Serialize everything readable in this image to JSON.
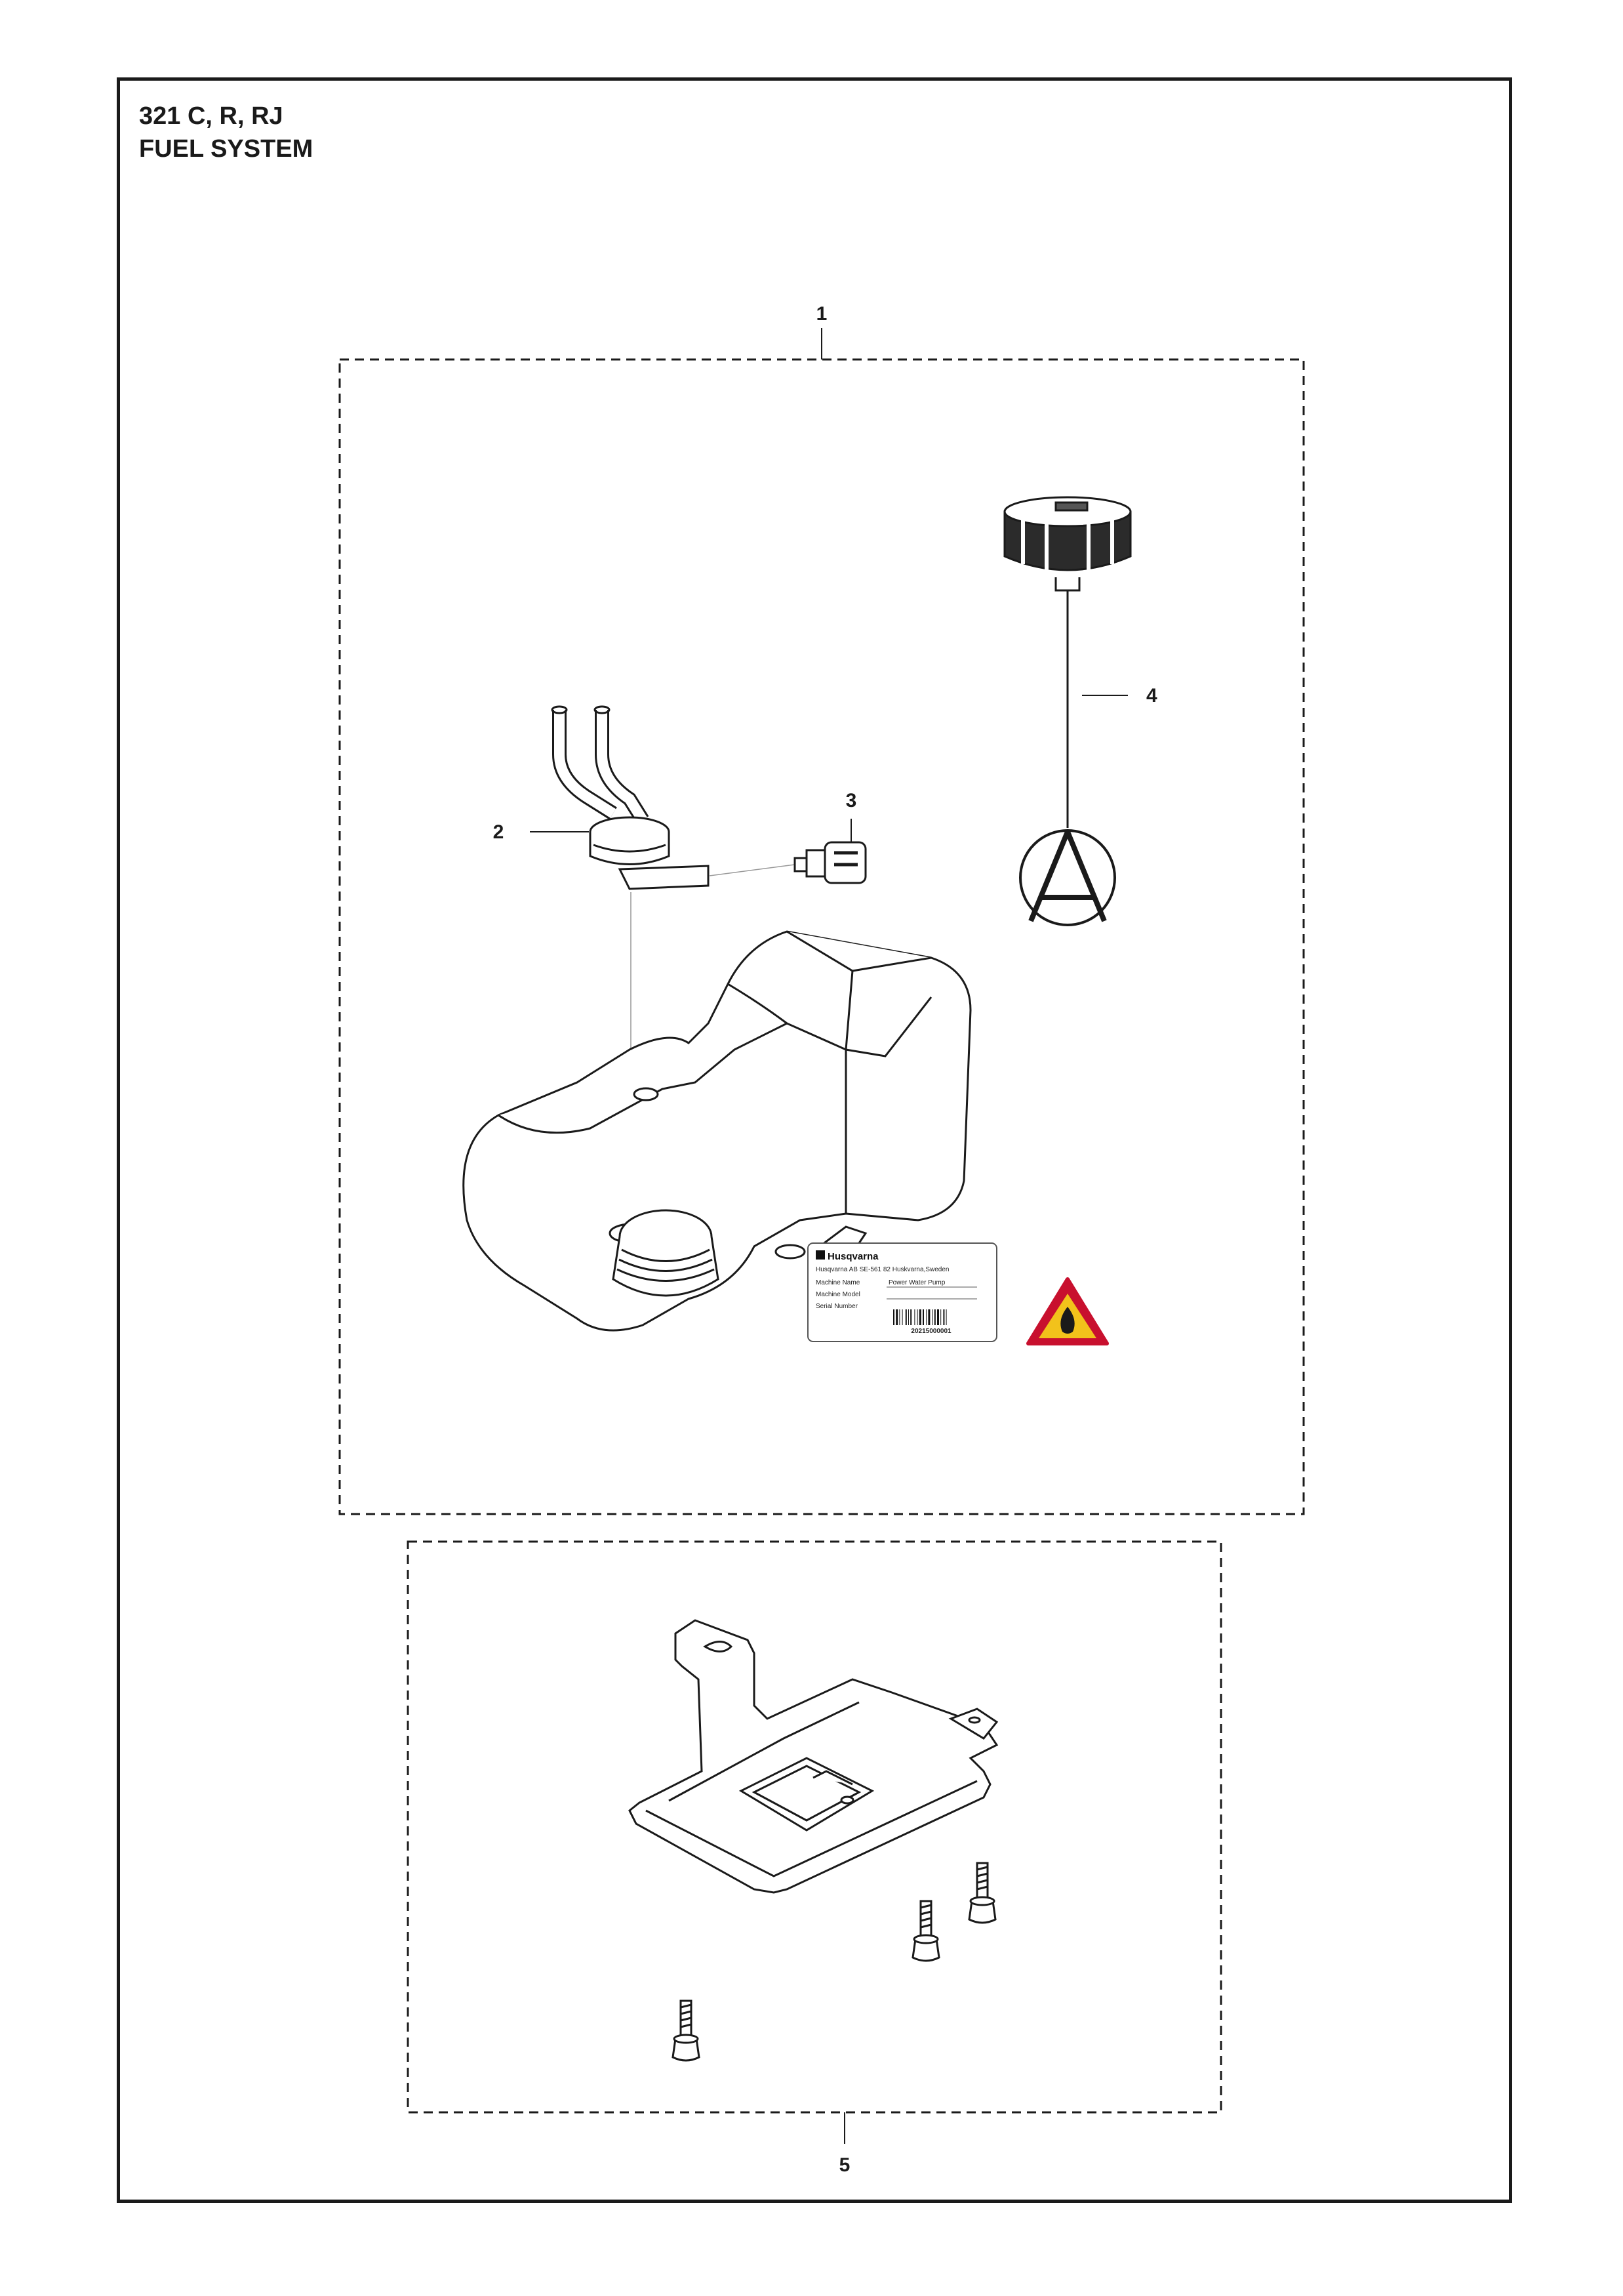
{
  "header": {
    "model": "321 C, R, RJ",
    "section": "FUEL SYSTEM"
  },
  "callouts": {
    "c1": "1",
    "c2": "2",
    "c3": "3",
    "c4": "4",
    "c5": "5"
  },
  "tank_label": {
    "brand": "Husqvarna",
    "address": "Husqvarna AB SE-561 82 Huskvarna,Sweden",
    "machine_name_label": "Machine Name",
    "machine_name_value": "Power Water Pump",
    "machine_model_label": "Machine Model",
    "serial_number_label": "Serial Number",
    "serial_value": "20215000001"
  },
  "colors": {
    "line": "#1a1a1a",
    "warning_fill": "#f2c21b",
    "warning_border": "#c8102e"
  },
  "icons": {
    "warning": "flammable-warning-icon"
  }
}
